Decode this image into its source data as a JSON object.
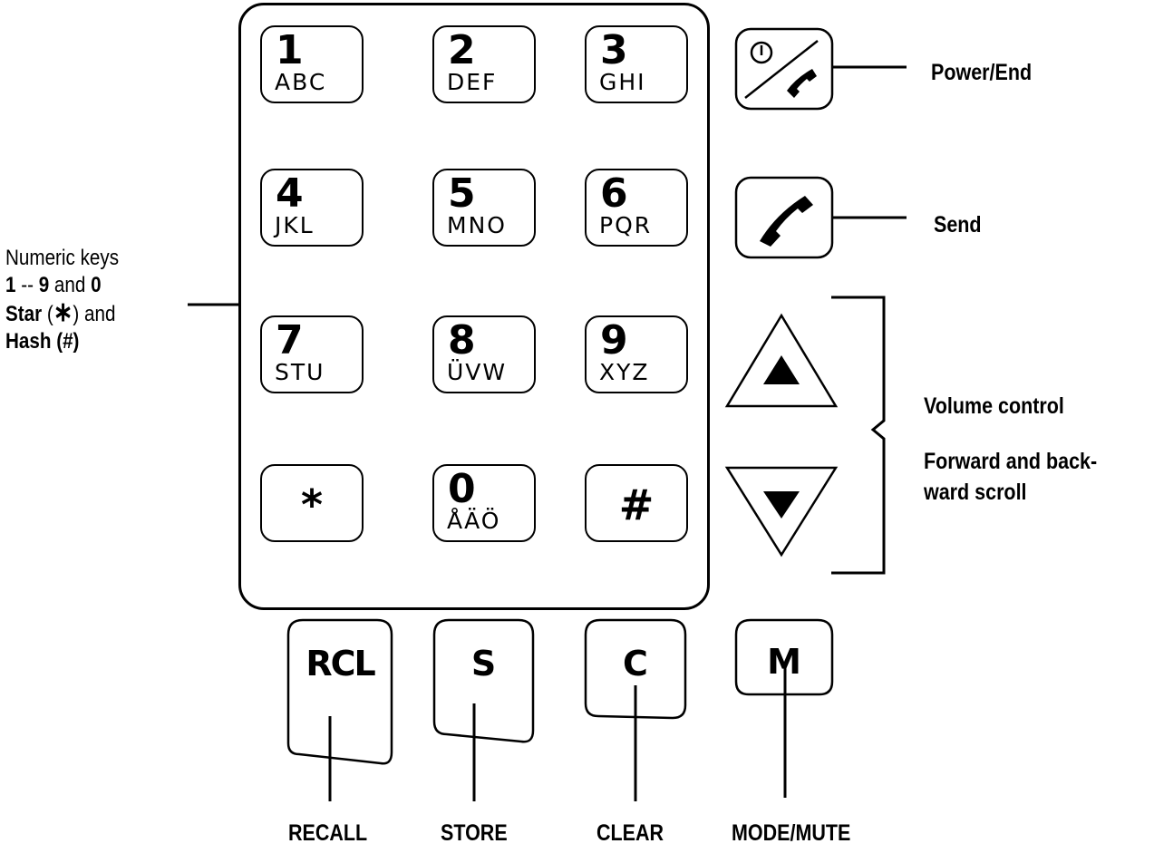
{
  "keypad": {
    "keys": [
      {
        "num": "1",
        "letters": "ABC"
      },
      {
        "num": "2",
        "letters": "DEF"
      },
      {
        "num": "3",
        "letters": "GHI"
      },
      {
        "num": "4",
        "letters": "JKL"
      },
      {
        "num": "5",
        "letters": "MNO"
      },
      {
        "num": "6",
        "letters": "PQR"
      },
      {
        "num": "7",
        "letters": "STU"
      },
      {
        "num": "8",
        "letters": "ÜVW"
      },
      {
        "num": "9",
        "letters": "XYZ"
      },
      {
        "symbol": "*"
      },
      {
        "num": "0",
        "letters": "ÅÄÖ"
      },
      {
        "symbol": "#"
      }
    ]
  },
  "function_keys": [
    {
      "key": "RCL",
      "label": "RECALL"
    },
    {
      "key": "S",
      "label": "STORE"
    },
    {
      "key": "C",
      "label": "CLEAR"
    },
    {
      "key": "M",
      "label": "MODE/MUTE"
    }
  ],
  "side_labels": {
    "power_end": "Power/End",
    "send": "Send",
    "volume": "Volume control",
    "scroll_line1": "Forward and back-",
    "scroll_line2": "ward scroll"
  },
  "left_note": {
    "line1": "Numeric keys",
    "l2a": "1",
    "l2b": " -- ",
    "l2c": "9",
    "l2d": " and ",
    "l2e": "0",
    "l3a": "Star",
    "l3b": " (",
    "l3c": "∗",
    "l3d": ") and",
    "l4a": "Hash (#)"
  },
  "icons": {
    "power_end": "power-end-icon",
    "send": "phone-handset-icon",
    "up": "scroll-up-triangle-icon",
    "down": "scroll-down-triangle-icon"
  }
}
